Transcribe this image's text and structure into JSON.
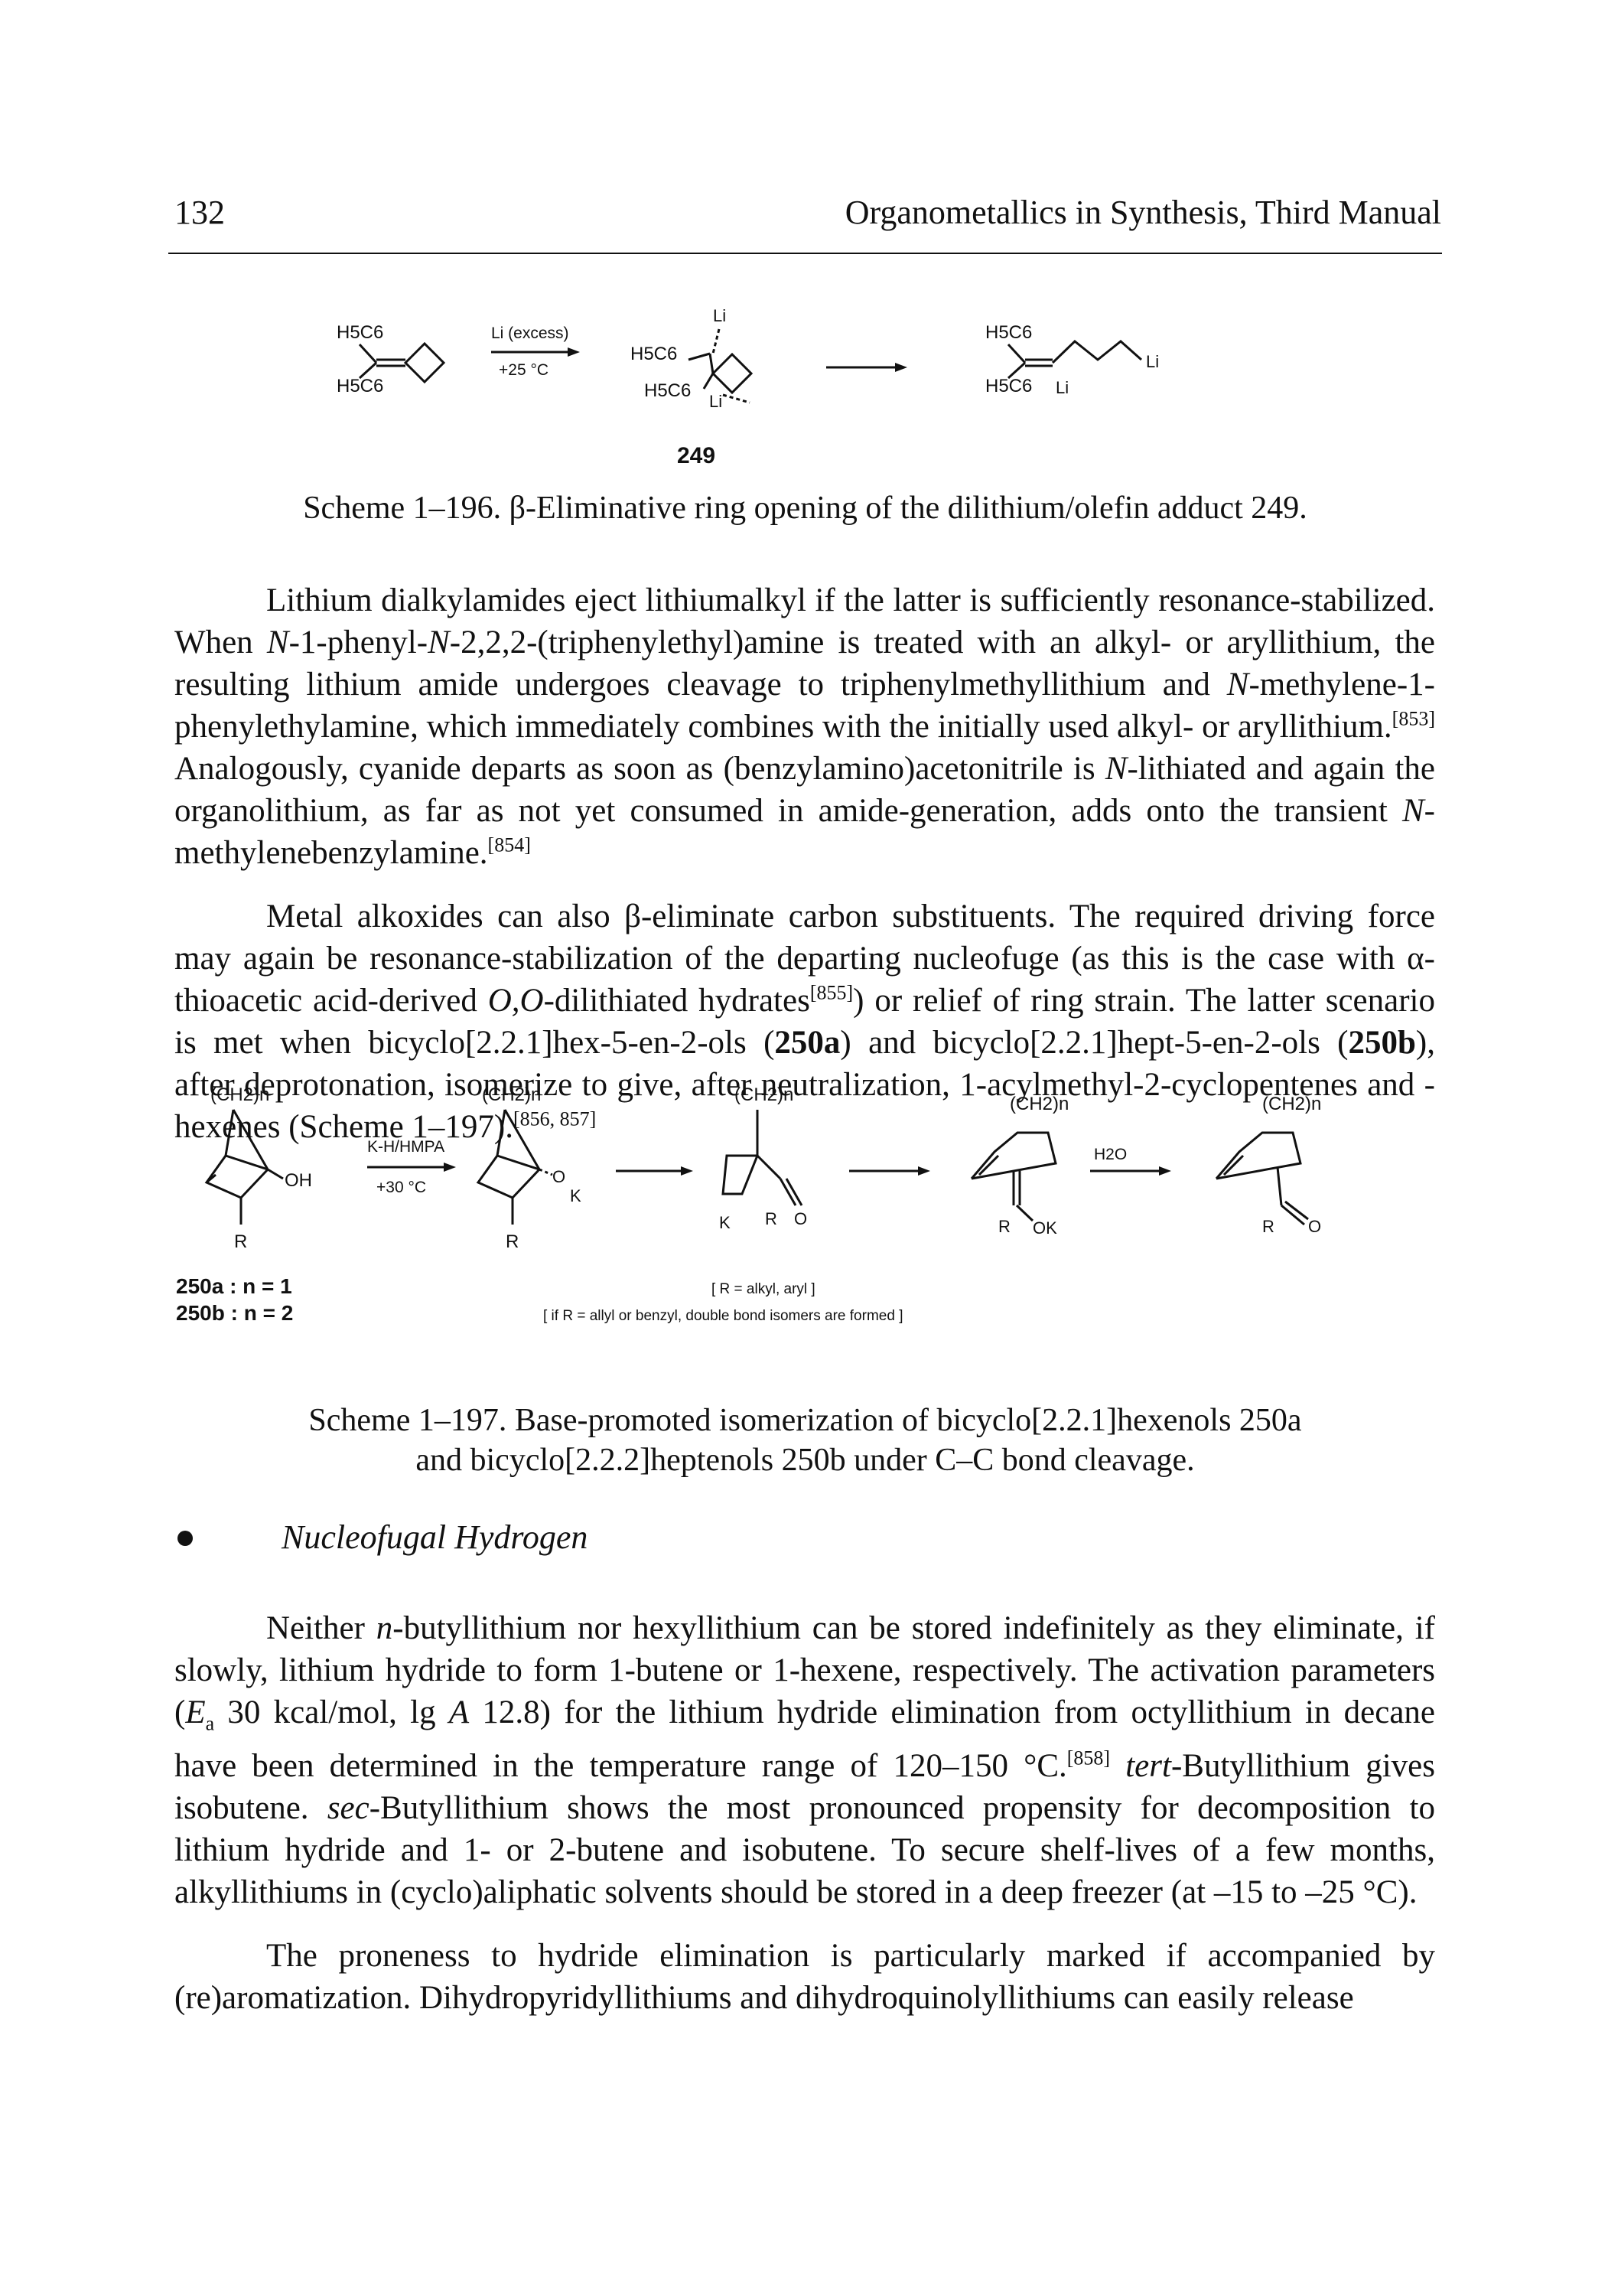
{
  "header": {
    "page_number": "132",
    "running_title": "Organometallics in Synthesis, Third Manual"
  },
  "scheme196": {
    "reactant_label_top": "H5C6",
    "reactant_label_bottom": "H5C6",
    "arrow_label_top": "Li (excess)",
    "arrow_label_bottom": "+25 °C",
    "adduct_li_top": "Li",
    "adduct_label_top": "H5C6",
    "adduct_label_bottom": "H5C6",
    "adduct_li_bottom": "Li",
    "compound_number": "249",
    "product_label_top": "H5C6",
    "product_label_bottom": "H5C6",
    "product_li_chain": "Li",
    "product_li_vinyl": "Li",
    "caption": "Scheme 1–196.  β-Eliminative ring opening of the dilithium/olefin adduct 249."
  },
  "paragraphs": [
    "Lithium dialkylamides eject lithiumalkyl if the latter is sufficiently resonance-stabilized. When N-1-phenyl-N-2,2,2-(triphenylethyl)amine is treated with an alkyl- or aryllithium, the resulting lithium amide undergoes cleavage to triphenylmethyllithium and N-methylene-1-phenylethylamine, which immediately combines with the initially used alkyl- or aryllithium.[853] Analogously, cyanide departs as soon as (benzylamino)acetonitrile is N-lithiated and again the organolithium, as far as not yet consumed in amide-generation, adds onto the transient N-methylenebenzylamine.[854]",
    "Metal alkoxides can also β-eliminate carbon substituents. The required driving force may again be resonance-stabilization of the departing nucleofuge (as this is the case with α-thioacetic acid-derived O,O-dilithiated hydrates[855]) or relief of ring strain. The latter scenario is met when bicyclo[2.2.1]hex-5-en-2-ols (250a) and bicyclo[2.2.1]hept-5-en-2-ols (250b), after deprotonation, isomerize to give, after neutralization, 1-acylmethyl-2-cyclopentenes and -hexenes (Scheme 1–197).[856, 857]"
  ],
  "scheme197": {
    "ring_label": "(CH2)n",
    "oh": "OH",
    "r": "R",
    "arrow1_top": "K-H/HMPA",
    "arrow1_bottom": "+30 °C",
    "alkoxide_o": "O",
    "alkoxide_k": "K",
    "k": "K",
    "o": "O",
    "ok": "OK",
    "water": "H2O",
    "cmpd_a": "250a : n = 1",
    "cmpd_b": "250b : n = 2",
    "note1": "[ R = alkyl, aryl ]",
    "note2": "[ if R = allyl or benzyl, double bond isomers are formed ]",
    "caption_line1": "Scheme 1–197.  Base-promoted isomerization of bicyclo[2.2.1]hexenols 250a",
    "caption_line2": "and bicyclo[2.2.2]heptenols 250b under C–C bond cleavage."
  },
  "section": {
    "title": "Nucleofugal Hydrogen"
  },
  "paragraphs2": [
    "Neither n-butyllithium nor hexyllithium can be stored indefinitely as they eliminate, if slowly, lithium hydride to form 1-butene or 1-hexene, respectively. The activation parameters (Ea 30 kcal/mol, lg A 12.8) for the lithium hydride elimination from octyllithium in decane have been determined in the temperature range of 120–150 °C.[858] tert-Butyllithium gives isobutene. sec-Butyllithium shows the most pronounced propensity for decomposition to lithium hydride and 1- or 2-butene and isobutene. To secure shelf-lives of a few months, alkyllithiums in (cyclo)aliphatic solvents should be stored in a deep freezer (at –15 to –25 °C).",
    "The proneness to hydride elimination is particularly marked if accompanied by (re)aromatization. Dihydropyridyllithiums and dihydroquinolyllithiums can easily release"
  ]
}
